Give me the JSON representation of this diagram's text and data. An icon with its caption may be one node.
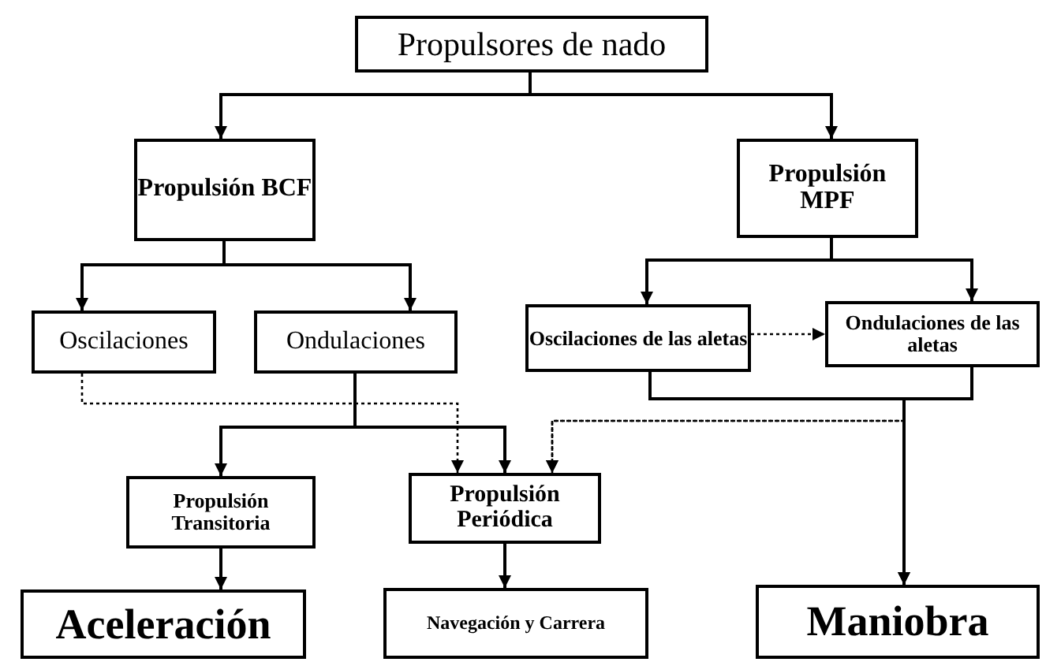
{
  "diagram": {
    "nodes": [
      {
        "text": [
          "Propulsores de nado"
        ]
      },
      {
        "text": [
          "Propulsión BCF"
        ]
      },
      {
        "text": [
          "Propulsión MPF"
        ]
      },
      {
        "text": [
          "Oscilaciones"
        ]
      },
      {
        "text": [
          "Ondulaciones"
        ]
      },
      {
        "text": [
          "Oscilaciones de las aletas"
        ]
      },
      {
        "text": [
          "Ondulaciones de las aletas"
        ]
      },
      {
        "text": [
          "Propulsión Transitoria"
        ]
      },
      {
        "text": [
          "Propulsión Periódica"
        ]
      },
      {
        "text": [
          "Aceleración"
        ]
      },
      {
        "text": [
          "Navegación y Carrera"
        ]
      },
      {
        "text": [
          "Maniobra"
        ]
      }
    ],
    "edges": [
      {
        "from": 0,
        "to": 1,
        "arrow": "to"
      },
      {
        "from": 0,
        "to": 2,
        "arrow": "to"
      },
      {
        "from": 1,
        "to": 3,
        "arrow": "to"
      },
      {
        "from": 1,
        "to": 4,
        "arrow": "to"
      },
      {
        "from": 2,
        "to": 5,
        "arrow": "to"
      },
      {
        "from": 2,
        "to": 6,
        "arrow": "to"
      },
      {
        "from": 5,
        "to": 6,
        "arrow": "to",
        "style": "dashed"
      },
      {
        "from": 3,
        "to": 8,
        "arrow": "to",
        "style": "dashed"
      },
      {
        "from": 4,
        "to": 7,
        "arrow": "to"
      },
      {
        "from": 4,
        "to": 8,
        "arrow": "to"
      },
      {
        "from": 5,
        "to": 11,
        "arrow": "to"
      },
      {
        "from": 6,
        "to": 11,
        "arrow": "to"
      },
      {
        "from": 5,
        "to": 8,
        "arrow": "to",
        "style": "dashed"
      },
      {
        "from": 6,
        "to": 8,
        "arrow": "to",
        "style": "dashed"
      },
      {
        "from": 7,
        "to": 9,
        "arrow": "to"
      },
      {
        "from": 8,
        "to": 10,
        "arrow": "to"
      }
    ]
  }
}
